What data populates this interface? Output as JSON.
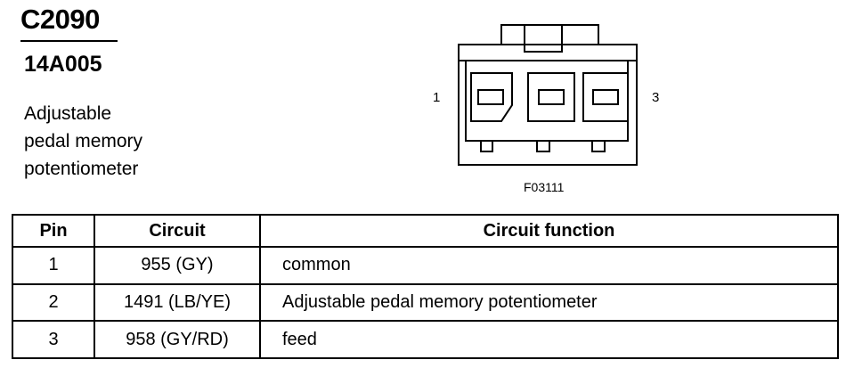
{
  "connector": {
    "id": "C2090",
    "part_number": "14A005",
    "description_lines": [
      "Adjustable",
      "pedal memory",
      "potentiometer"
    ]
  },
  "figure": {
    "pin_left_label": "1",
    "pin_right_label": "3",
    "code": "F03111"
  },
  "table": {
    "headers": {
      "pin": "Pin",
      "circuit": "Circuit",
      "function": "Circuit function"
    },
    "rows": [
      {
        "pin": "1",
        "circuit": "955 (GY)",
        "function": "common"
      },
      {
        "pin": "2",
        "circuit": "1491 (LB/YE)",
        "function": "Adjustable pedal memory potentiometer"
      },
      {
        "pin": "3",
        "circuit": "958 (GY/RD)",
        "function": "feed"
      }
    ]
  }
}
